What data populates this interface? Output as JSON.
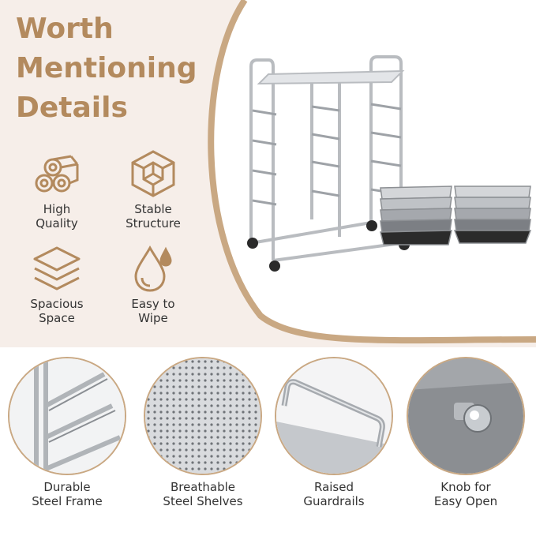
{
  "heading": {
    "line1": "Worth",
    "line2": "Mentioning",
    "line3": "Details"
  },
  "features": [
    {
      "icon": "rolls-icon",
      "line1": "High",
      "line2": "Quality"
    },
    {
      "icon": "cube-icon",
      "line1": "Stable",
      "line2": "Structure"
    },
    {
      "icon": "layers-icon",
      "line1": "Spacious",
      "line2": "Space"
    },
    {
      "icon": "water-drop-icon",
      "line1": "Easy to",
      "line2": "Wipe"
    }
  ],
  "details": [
    {
      "line1": "Durable",
      "line2": "Steel Frame"
    },
    {
      "line1": "Breathable",
      "line2": "Steel Shelves"
    },
    {
      "line1": "Raised",
      "line2": "Guardrails"
    },
    {
      "line1": "Knob for",
      "line2": "Easy Open"
    }
  ],
  "colors": {
    "accent": "#B38A5E",
    "peach": "#F6EEE9",
    "arc": "#C9A883",
    "text": "#333333"
  }
}
